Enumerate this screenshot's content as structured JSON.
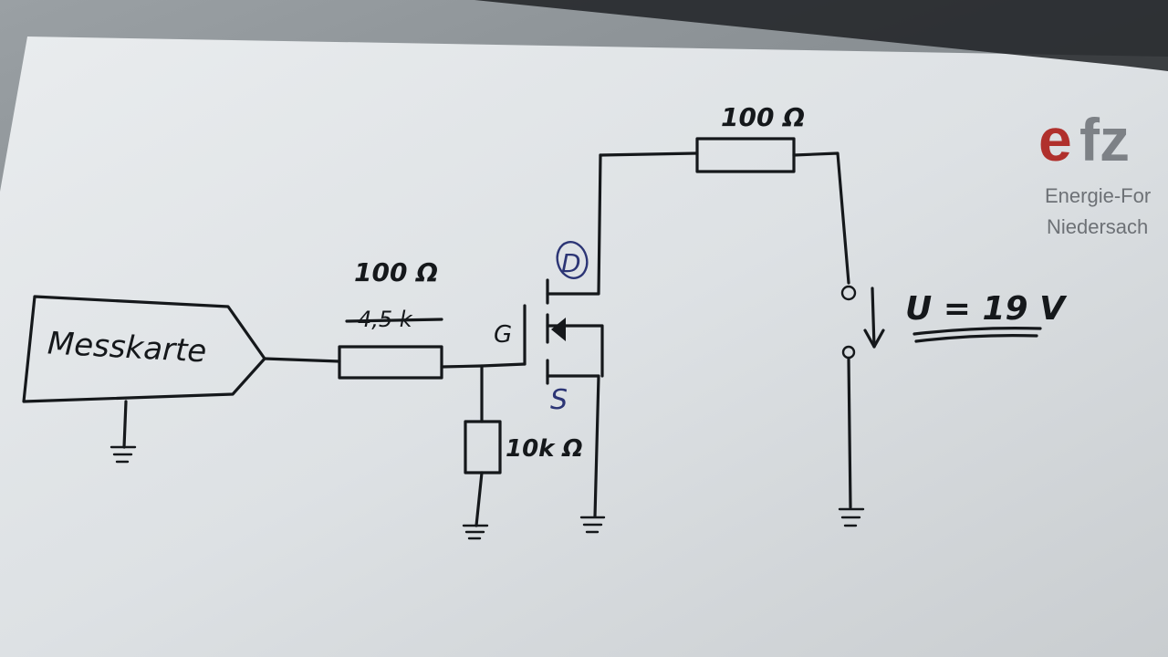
{
  "diagram": {
    "blocks": {
      "messkarte": "Messkarte"
    },
    "labels": {
      "r_gate_value": "100 Ω",
      "r_gate_crossed": "4,5 k",
      "r_load_value": "100 Ω",
      "r_pulldown_value": "10k Ω",
      "gate_label": "G",
      "drain_label": "D",
      "source_label": "S",
      "voltage_label": "U = 19 V"
    },
    "logo": {
      "brand_e": "e",
      "brand_rest": "fz",
      "line1": "Energie-For",
      "line2": "Niedersach"
    }
  },
  "colors": {
    "ink": "#15181b",
    "blue_ink": "#2c3575",
    "logo_red": "#b0302c",
    "logo_gray": "#7d8186",
    "paper": "#dfe3e6"
  }
}
